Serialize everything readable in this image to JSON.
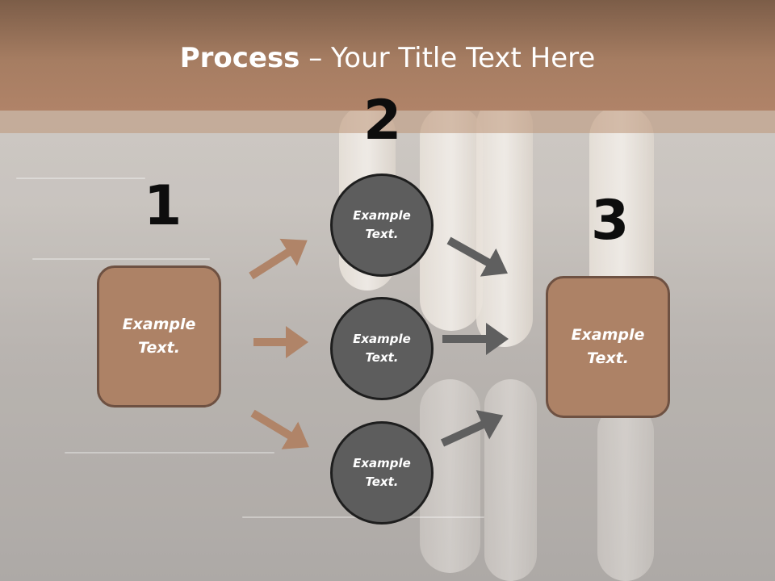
{
  "title": {
    "bold": "Process",
    "rest": " – Your Title Text Here"
  },
  "steps": [
    {
      "number": "1",
      "box_text": "Example Text."
    },
    {
      "number": "2",
      "circles": [
        "Example Text.",
        "Example Text.",
        "Example Text."
      ]
    },
    {
      "number": "3",
      "box_text": "Example Text."
    }
  ],
  "colors": {
    "title_band": "#a67d62",
    "box_fill": "#ad8266",
    "circle_fill": "#5d5d5d",
    "arrow_brown": "#b08468",
    "arrow_gray": "#5f5f5f"
  }
}
